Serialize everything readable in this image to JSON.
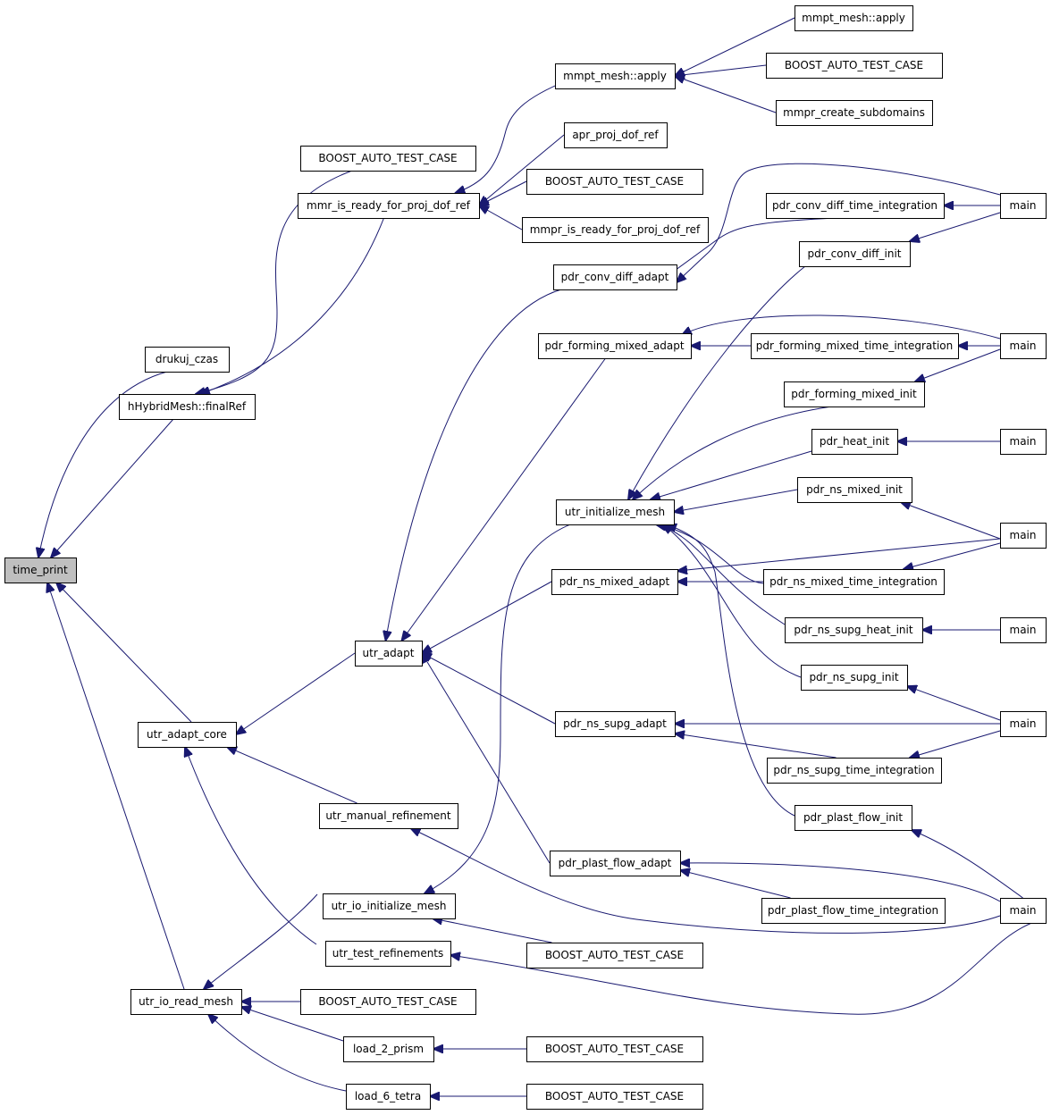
{
  "graph": {
    "title": "",
    "root": "time_print",
    "nodes": [
      {
        "id": "n0",
        "label": "time_print"
      },
      {
        "id": "n1",
        "label": "drukuj_czas"
      },
      {
        "id": "n2",
        "label": "hHybridMesh::finalRef"
      },
      {
        "id": "n3",
        "label": "BOOST_AUTO_TEST_CASE"
      },
      {
        "id": "n4",
        "label": "mmr_is_ready_for_proj_dof_ref"
      },
      {
        "id": "n5",
        "label": "mmpt_mesh::apply"
      },
      {
        "id": "n6",
        "label": "mmpt_mesh::apply"
      },
      {
        "id": "n7",
        "label": "BOOST_AUTO_TEST_CASE"
      },
      {
        "id": "n8",
        "label": "mmpr_create_subdomains"
      },
      {
        "id": "n9",
        "label": "apr_proj_dof_ref"
      },
      {
        "id": "n10",
        "label": "BOOST_AUTO_TEST_CASE"
      },
      {
        "id": "n11",
        "label": "mmpr_is_ready_for_proj_dof_ref"
      },
      {
        "id": "n12",
        "label": "pdr_conv_diff_adapt"
      },
      {
        "id": "n13",
        "label": "pdr_conv_diff_time_integration"
      },
      {
        "id": "n14",
        "label": "main"
      },
      {
        "id": "n15",
        "label": "pdr_conv_diff_init"
      },
      {
        "id": "n16",
        "label": "pdr_forming_mixed_adapt"
      },
      {
        "id": "n17",
        "label": "pdr_forming_mixed_time_integration"
      },
      {
        "id": "n18",
        "label": "main"
      },
      {
        "id": "n19",
        "label": "pdr_forming_mixed_init"
      },
      {
        "id": "n20",
        "label": "pdr_heat_init"
      },
      {
        "id": "n21",
        "label": "main"
      },
      {
        "id": "n22",
        "label": "utr_initialize_mesh"
      },
      {
        "id": "n23",
        "label": "pdr_ns_mixed_init"
      },
      {
        "id": "n24",
        "label": "main"
      },
      {
        "id": "n25",
        "label": "pdr_ns_mixed_adapt"
      },
      {
        "id": "n26",
        "label": "pdr_ns_mixed_time_integration"
      },
      {
        "id": "n27",
        "label": "pdr_ns_supg_heat_init"
      },
      {
        "id": "n28",
        "label": "main"
      },
      {
        "id": "n29",
        "label": "utr_adapt"
      },
      {
        "id": "n30",
        "label": "pdr_ns_supg_init"
      },
      {
        "id": "n31",
        "label": "utr_adapt_core"
      },
      {
        "id": "n32",
        "label": "pdr_ns_supg_adapt"
      },
      {
        "id": "n33",
        "label": "main"
      },
      {
        "id": "n34",
        "label": "pdr_ns_supg_time_integration"
      },
      {
        "id": "n35",
        "label": "utr_manual_refinement"
      },
      {
        "id": "n36",
        "label": "pdr_plast_flow_init"
      },
      {
        "id": "n37",
        "label": "pdr_plast_flow_adapt"
      },
      {
        "id": "n38",
        "label": "pdr_plast_flow_time_integration"
      },
      {
        "id": "n39",
        "label": "main"
      },
      {
        "id": "n40",
        "label": "utr_io_initialize_mesh"
      },
      {
        "id": "n41",
        "label": "utr_test_refinements"
      },
      {
        "id": "n42",
        "label": "BOOST_AUTO_TEST_CASE"
      },
      {
        "id": "n43",
        "label": "utr_io_read_mesh"
      },
      {
        "id": "n44",
        "label": "BOOST_AUTO_TEST_CASE"
      },
      {
        "id": "n45",
        "label": "load_2_prism"
      },
      {
        "id": "n46",
        "label": "BOOST_AUTO_TEST_CASE"
      },
      {
        "id": "n47",
        "label": "load_6_tetra"
      },
      {
        "id": "n48",
        "label": "BOOST_AUTO_TEST_CASE"
      }
    ],
    "edges": [
      {
        "from": "n1",
        "to": "n0"
      },
      {
        "from": "n2",
        "to": "n0"
      },
      {
        "from": "n31",
        "to": "n0"
      },
      {
        "from": "n43",
        "to": "n0"
      },
      {
        "from": "n3",
        "to": "n2"
      },
      {
        "from": "n4",
        "to": "n2"
      },
      {
        "from": "n5",
        "to": "n4"
      },
      {
        "from": "n9",
        "to": "n4"
      },
      {
        "from": "n10",
        "to": "n4"
      },
      {
        "from": "n11",
        "to": "n4"
      },
      {
        "from": "n6",
        "to": "n5"
      },
      {
        "from": "n7",
        "to": "n5"
      },
      {
        "from": "n8",
        "to": "n5"
      },
      {
        "from": "n12",
        "to": "n29"
      },
      {
        "from": "n16",
        "to": "n29"
      },
      {
        "from": "n25",
        "to": "n29"
      },
      {
        "from": "n32",
        "to": "n29"
      },
      {
        "from": "n37",
        "to": "n29"
      },
      {
        "from": "n13",
        "to": "n12"
      },
      {
        "from": "n14",
        "to": "n12"
      },
      {
        "from": "n14",
        "to": "n13"
      },
      {
        "from": "n14",
        "to": "n15"
      },
      {
        "from": "n17",
        "to": "n16"
      },
      {
        "from": "n18",
        "to": "n16"
      },
      {
        "from": "n18",
        "to": "n17"
      },
      {
        "from": "n18",
        "to": "n19"
      },
      {
        "from": "n21",
        "to": "n20"
      },
      {
        "from": "n15",
        "to": "n22"
      },
      {
        "from": "n19",
        "to": "n22"
      },
      {
        "from": "n20",
        "to": "n22"
      },
      {
        "from": "n23",
        "to": "n22"
      },
      {
        "from": "n26",
        "to": "n22"
      },
      {
        "from": "n27",
        "to": "n22"
      },
      {
        "from": "n30",
        "to": "n22"
      },
      {
        "from": "n36",
        "to": "n22"
      },
      {
        "from": "n24",
        "to": "n23"
      },
      {
        "from": "n24",
        "to": "n25"
      },
      {
        "from": "n24",
        "to": "n26"
      },
      {
        "from": "n26",
        "to": "n25"
      },
      {
        "from": "n28",
        "to": "n27"
      },
      {
        "from": "n33",
        "to": "n30"
      },
      {
        "from": "n33",
        "to": "n32"
      },
      {
        "from": "n33",
        "to": "n34"
      },
      {
        "from": "n34",
        "to": "n32"
      },
      {
        "from": "n39",
        "to": "n36"
      },
      {
        "from": "n39",
        "to": "n37"
      },
      {
        "from": "n39",
        "to": "n35"
      },
      {
        "from": "n39",
        "to": "n41"
      },
      {
        "from": "n38",
        "to": "n37"
      },
      {
        "from": "n29",
        "to": "n31"
      },
      {
        "from": "n35",
        "to": "n31"
      },
      {
        "from": "n41",
        "to": "n31"
      },
      {
        "from": "n22",
        "to": "n40"
      },
      {
        "from": "n40",
        "to": "n43"
      },
      {
        "from": "n42",
        "to": "n40"
      },
      {
        "from": "n44",
        "to": "n43"
      },
      {
        "from": "n45",
        "to": "n43"
      },
      {
        "from": "n47",
        "to": "n43"
      },
      {
        "from": "n46",
        "to": "n45"
      },
      {
        "from": "n48",
        "to": "n47"
      }
    ]
  }
}
